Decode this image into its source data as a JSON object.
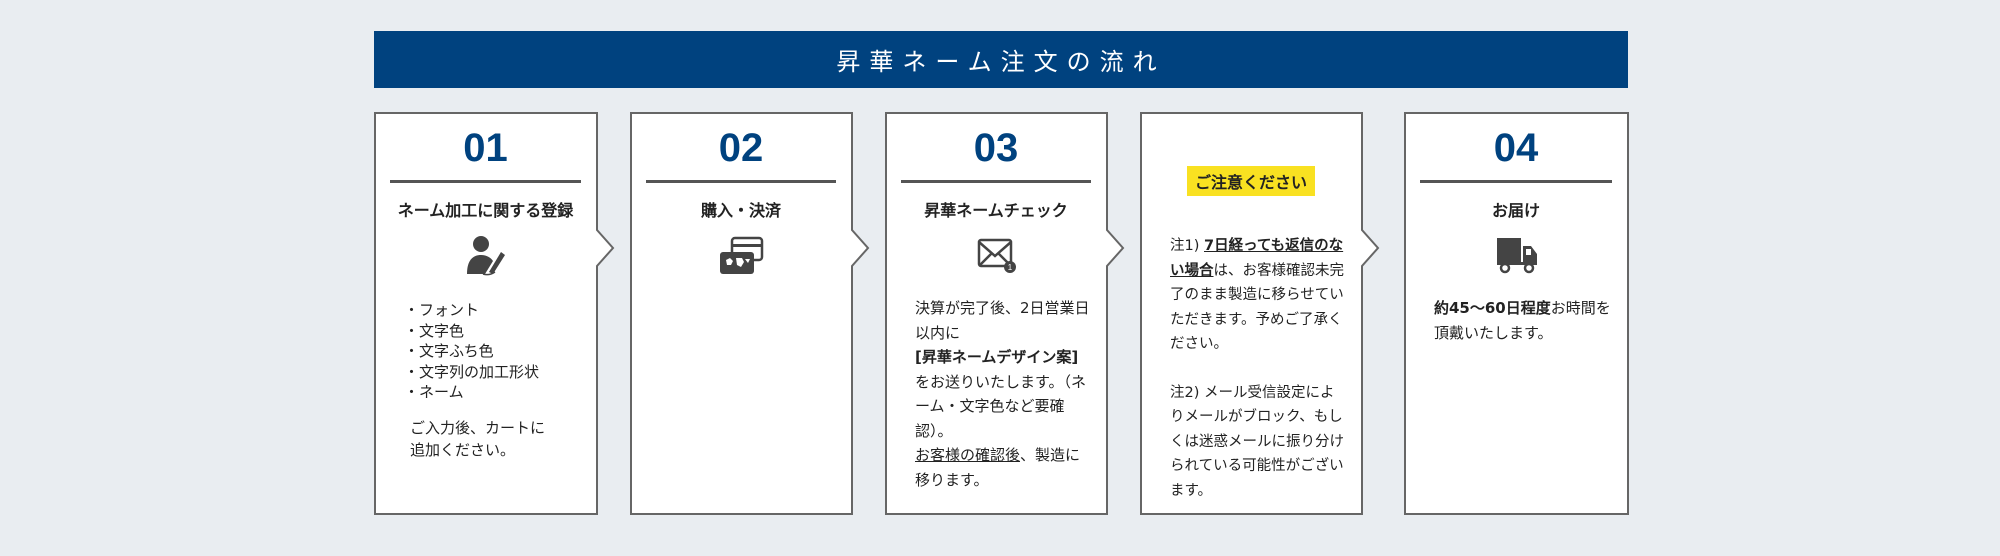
{
  "header": {
    "title": "昇華ネーム注文の流れ"
  },
  "colors": {
    "brand": "#00427f",
    "badge": "#f9e121",
    "border": "#666666",
    "background": "#e9edf1"
  },
  "steps": [
    {
      "number": "01",
      "title": "ネーム加工に関する登録",
      "icon": "user-pen-icon",
      "items": [
        "フォント",
        "文字色",
        "文字ふち色",
        "文字列の加工形状",
        "ネーム"
      ],
      "note_line1": "ご入力後、カートに",
      "note_line2": "追加ください。"
    },
    {
      "number": "02",
      "title": "購入・決済",
      "icon": "credit-card-icon"
    },
    {
      "number": "03",
      "title": "昇華ネームチェック",
      "icon": "mail-notification-icon",
      "text1": "決算が完了後、2日営業日以内に",
      "text_bold": "[昇華ネームデザイン案]",
      "text2": "をお送りいたします。（ネーム・文字色など要確認）。",
      "text_underline": "お客様の確認後",
      "text3": "、製造に移ります。"
    },
    {
      "badge": "ご注意ください",
      "note1_prefix": "注1) ",
      "note1_bold": "7日経っても返信のない場合",
      "note1_rest": "は、お客様確認未完了のまま製造に移らせていただきます。予めご了承ください。",
      "note2": "注2) メール受信設定によりメールがブロック、もしくは迷惑メールに振り分けられている可能性がございます。"
    },
    {
      "number": "04",
      "title": "お届け",
      "icon": "delivery-truck-icon",
      "text_bold": "約45〜60日程度",
      "text_rest": "お時間を頂戴いたします。"
    }
  ]
}
